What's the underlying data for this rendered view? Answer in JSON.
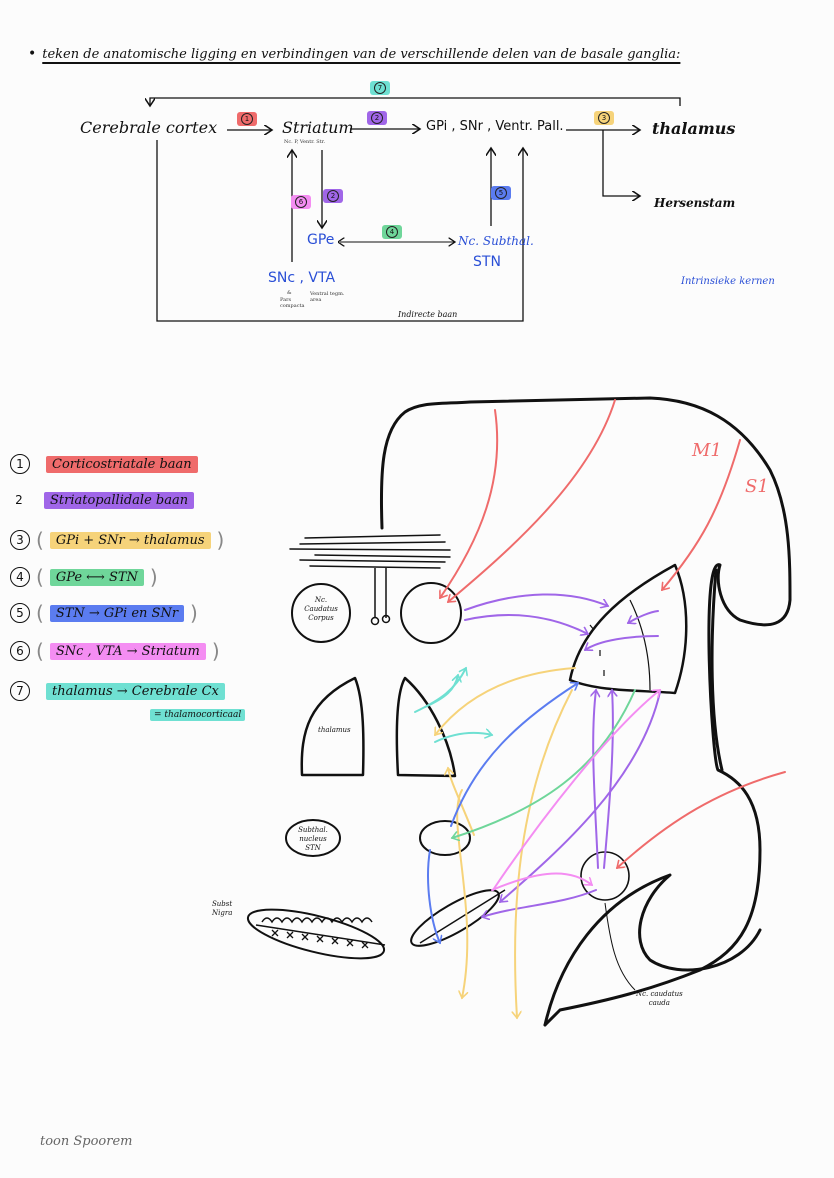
{
  "title": {
    "bullet": "•",
    "text": "teken de anatomische ligging en verbindingen van de verschillende delen van de basale ganglia:"
  },
  "colors": {
    "p1": "#ef6b6b",
    "p2": "#a066e8",
    "p3": "#f6d37a",
    "p4": "#6fd69a",
    "p5": "#5b7cf0",
    "p6": "#f48df2",
    "p7": "#6fe0d2",
    "blue_text": "#2a4fd6",
    "ink": "#111111",
    "signature": "#666666"
  },
  "flowchart": {
    "nodes": {
      "cortex": "Cerebrale cortex",
      "striatum": "Striatum",
      "striatum_sub": "Nc. P, Ventr. Str.",
      "gpi": "GPi , SNr , Ventr. Pall.",
      "thalamus": "thalamus",
      "hersenstam": "Hersenstam",
      "gpe": "GPe",
      "stn_line1": "Nc. Subthal.",
      "stn_line2": "STN",
      "snc": "SNc , VTA",
      "snc_sub1": "&",
      "snc_sub2": "Pars compacta",
      "snc_sub3": "Ventral tegm. area",
      "indirect": "Indirecte baan",
      "intrinsic": "Intrinsieke kernen"
    },
    "badges": [
      "1",
      "2",
      "3",
      "4",
      "5",
      "6",
      "7",
      "2"
    ]
  },
  "legend": [
    {
      "num": "1",
      "text": "Corticostriatale baan",
      "paren": false
    },
    {
      "num": "2",
      "text": "Striatopallidale baan",
      "paren": false
    },
    {
      "num": "3",
      "text": "GPi + SNr  →  thalamus",
      "paren": true
    },
    {
      "num": "4",
      "text": "GPe  ⟷  STN",
      "paren": true
    },
    {
      "num": "5",
      "text": "STN → GPi en SNr",
      "paren": true
    },
    {
      "num": "6",
      "text": "SNc , VTA → Striatum",
      "paren": true
    },
    {
      "num": "7",
      "text": "thalamus → Cerebrale Cx",
      "paren": false,
      "note": "= thalamocorticaal"
    }
  ],
  "brain_labels": {
    "m1": "M1",
    "s1": "S1",
    "nc_caudatus_corpus": [
      "Nc.",
      "Caudatus",
      "Corpus"
    ],
    "thalamus": "thalamus",
    "subthal": [
      "Subthal.",
      "nucleus",
      "STN"
    ],
    "subst_nigra": [
      "Subst",
      "Nigra"
    ],
    "nc_caudatus_cauda": [
      "Nc. caudatus",
      "cauda"
    ]
  },
  "signature": "toon Spoorem"
}
